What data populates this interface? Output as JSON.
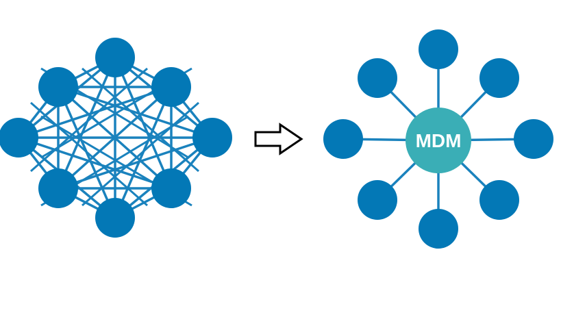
{
  "colors": {
    "node": "#0378b6",
    "edge": "#1a82bd",
    "hub": "#3aaeb6",
    "hub_text": "#ffffff",
    "arrow_stroke": "#000000",
    "arrow_fill": "#ffffff",
    "background": "#ffffff"
  },
  "mesh_network": {
    "node_count": 8,
    "fully_connected": true
  },
  "arrow": {
    "icon": "right-arrow-outline-icon"
  },
  "hub_network": {
    "hub_label": "MDM",
    "spoke_count": 8
  }
}
